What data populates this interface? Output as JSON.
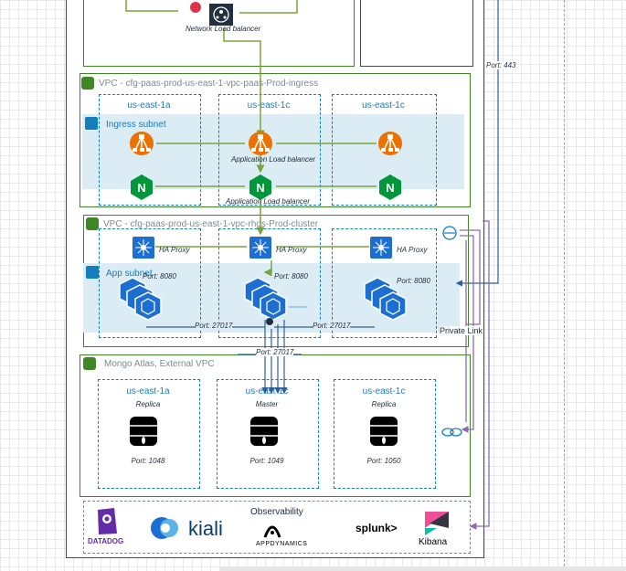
{
  "top": {
    "nlb_label": "Network Load balancer"
  },
  "ports": {
    "port443": "Port: 443",
    "port8080_a": "Port: 8080",
    "port8080_b": "Port: 8080",
    "port8080_c": "Port: 8080",
    "port27017_a": "Port: 27017",
    "port27017_b": "Port: 27017",
    "port27017_c": "Port: 27017",
    "port1048": "Port: 1048",
    "port1049": "Port: 1049",
    "port1050": "Port: 1050"
  },
  "ingress_vpc": {
    "title": "VPC - cfg-paas-prod-us-east-1-vpc-paas-Prod-ingress",
    "subnet": "Ingress subnet",
    "az": [
      "us-east-1a",
      "us-east-1c",
      "us-east-1c"
    ],
    "alb_label": "Application Load balancer",
    "alb_label2": "Application Load balancer"
  },
  "cluster_vpc": {
    "title": "VPC - cfg-paas-prod-us-east-1-vpc-rhos-Prod-cluster",
    "subnet": "App subnet",
    "haproxy": [
      "HA Proxy",
      "HA Proxy",
      "HA Proxy"
    ]
  },
  "private_link": "Private Link",
  "mongo": {
    "title": "Mongo Atlas, External VPC",
    "az": [
      "us-east-1a",
      "us-east-1c",
      "us-east-1c"
    ],
    "roles": [
      "Replica",
      "Master",
      "Replica"
    ]
  },
  "observability": {
    "title": "Observability",
    "tools": [
      "DATADOG",
      "kiali",
      "APPDYNAMICS",
      "splunk>",
      "Kibana"
    ]
  },
  "colors": {
    "vpc_green": "#3f8624",
    "subnet_blue": "#147eba",
    "elb_orange": "#ed7100",
    "nginx_green": "#009639",
    "purple_link": "#8c6bb1",
    "openshift_blue": "#1c6fd1"
  }
}
